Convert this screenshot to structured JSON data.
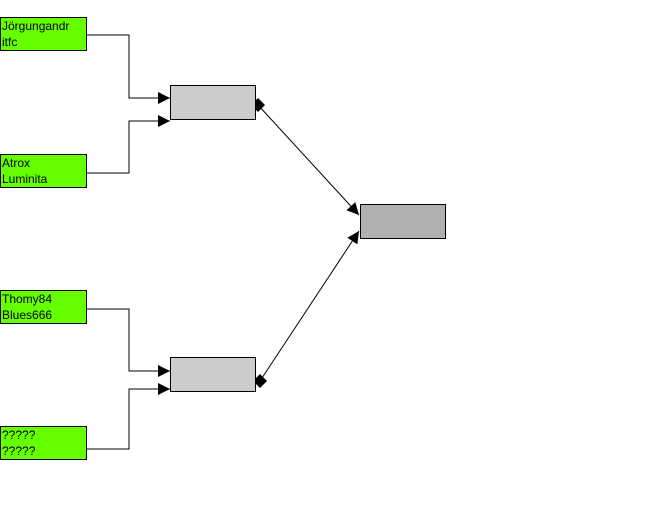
{
  "colors": {
    "team_fill": "#66ff00",
    "match_fill": "#cccccc",
    "final_fill": "#b0b0b0",
    "line": "#000000"
  },
  "bracket": {
    "entries": [
      {
        "line1": "Jörgungandr",
        "line2": "itfc"
      },
      {
        "line1": "Atrox",
        "line2": "Luminita"
      },
      {
        "line1": "Thomy84",
        "line2": "Blues666"
      },
      {
        "line1": "?????",
        "line2": "?????"
      }
    ],
    "semifinals": [
      {
        "label": ""
      },
      {
        "label": ""
      }
    ],
    "final": {
      "label": ""
    }
  }
}
